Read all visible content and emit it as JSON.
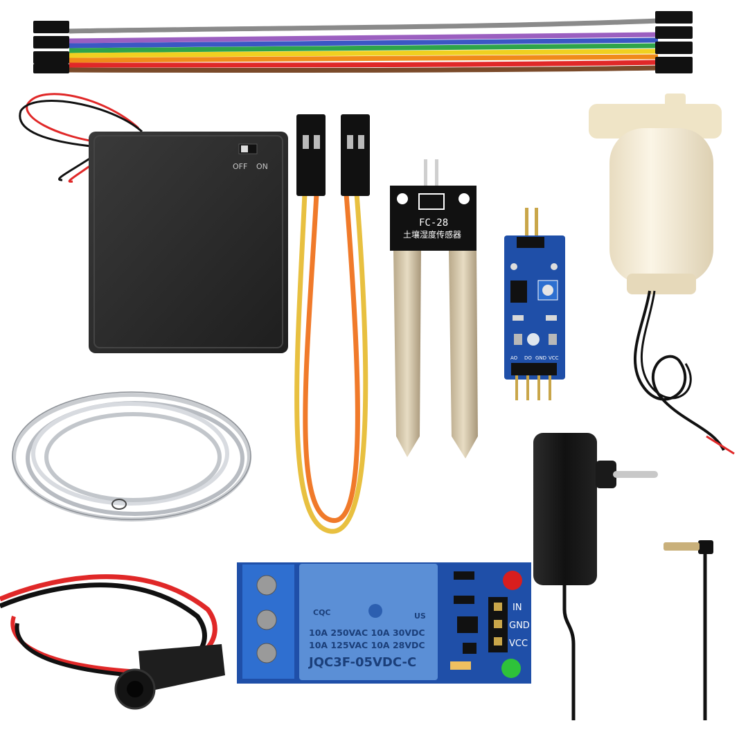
{
  "components": {
    "battery_box": {
      "switch_off": "OFF",
      "switch_on": "ON"
    },
    "soil_probe": {
      "model": "FC-28",
      "chinese_label": "土壤湿度传感器"
    },
    "sensor_module": {
      "pin_a0": "AO",
      "pin_d0": "DO",
      "pin_gnd": "GND",
      "pin_vcc": "VCC"
    },
    "relay": {
      "rating_line1": "10A 250VAC 10A 30VDC",
      "rating_line2": "10A 125VAC 10A 28VDC",
      "model": "JQC3F-05VDC-C",
      "cqc": "CQC",
      "ul": "US",
      "pin_in": "IN",
      "pin_gnd": "GND",
      "pin_vcc": "VCC"
    }
  },
  "colors": {
    "background": "#ffffff",
    "pcb_blue": "#1f4fa8",
    "relay_body": "#5b8fd6",
    "probe_black": "#111111",
    "battery_box": "#2a2a2a",
    "jumper_orange": "#f07a2a",
    "jumper_yellow": "#e8c040",
    "pump_white": "#f3ead6",
    "wire_red": "#e02828",
    "wire_black": "#111111"
  }
}
